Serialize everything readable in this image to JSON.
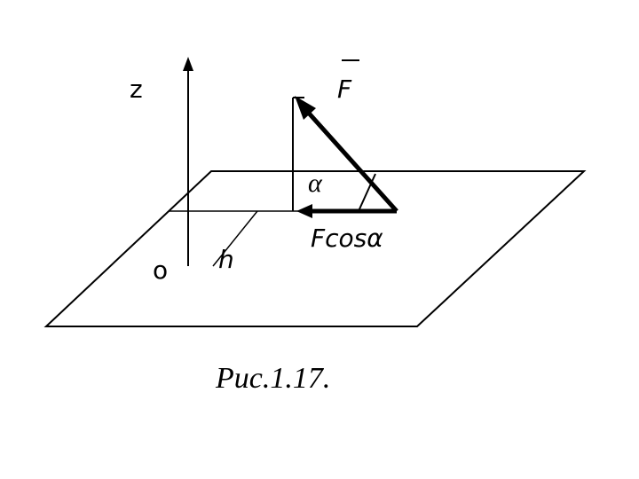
{
  "labels": {
    "z_axis": "z",
    "origin": "o",
    "height": "h",
    "force": "F",
    "angle": "α",
    "projection": "Fcosα"
  },
  "caption": "Рис.1.17.",
  "colors": {
    "stroke": "#000000",
    "background": "#ffffff"
  }
}
